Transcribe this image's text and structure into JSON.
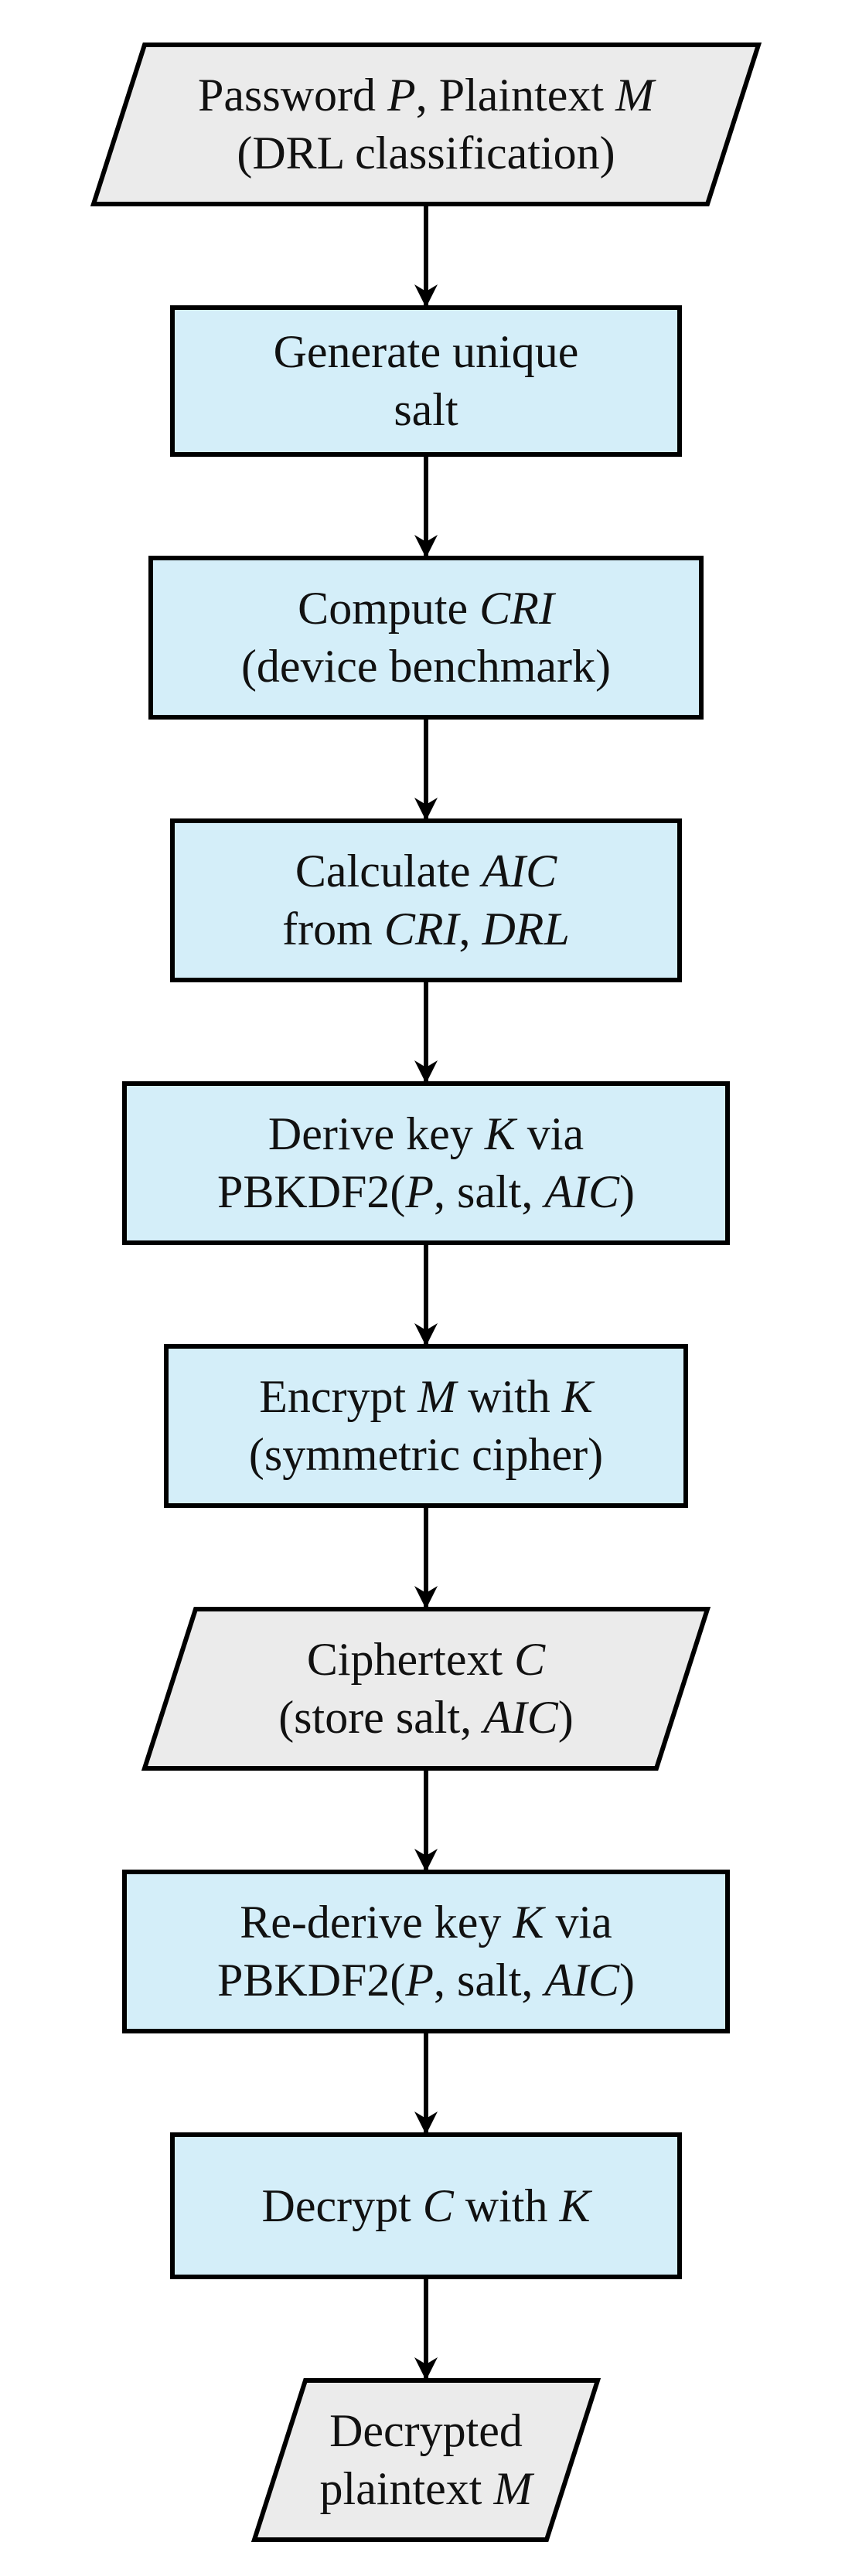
{
  "colors": {
    "process_fill": "#d4eef9",
    "io_fill": "#ebebeb",
    "stroke": "#000000",
    "text": "#111111"
  },
  "nodes": [
    {
      "id": "input",
      "shape": "parallelogram",
      "lines": [
        [
          {
            "t": "Password "
          },
          {
            "t": "P",
            "i": true
          },
          {
            "t": ", Plaintext "
          },
          {
            "t": "M",
            "i": true
          }
        ],
        [
          {
            "t": "(DRL classification)"
          }
        ]
      ]
    },
    {
      "id": "generate-salt",
      "shape": "process",
      "lines": [
        [
          {
            "t": "Generate unique"
          }
        ],
        [
          {
            "t": "salt"
          }
        ]
      ]
    },
    {
      "id": "compute-cri",
      "shape": "process",
      "lines": [
        [
          {
            "t": "Compute "
          },
          {
            "t": "CRI",
            "i": true
          }
        ],
        [
          {
            "t": "(device benchmark)"
          }
        ]
      ]
    },
    {
      "id": "calculate-aic",
      "shape": "process",
      "lines": [
        [
          {
            "t": "Calculate "
          },
          {
            "t": "AIC",
            "i": true
          }
        ],
        [
          {
            "t": "from "
          },
          {
            "t": "CRI",
            "i": true
          },
          {
            "t": ", "
          },
          {
            "t": "DRL",
            "i": true
          }
        ]
      ]
    },
    {
      "id": "derive-key",
      "shape": "process",
      "lines": [
        [
          {
            "t": "Derive key "
          },
          {
            "t": "K",
            "i": true
          },
          {
            "t": " via"
          }
        ],
        [
          {
            "t": "PBKDF2("
          },
          {
            "t": "P",
            "i": true
          },
          {
            "t": ", salt, "
          },
          {
            "t": "AIC",
            "i": true
          },
          {
            "t": ")"
          }
        ]
      ]
    },
    {
      "id": "encrypt",
      "shape": "process",
      "lines": [
        [
          {
            "t": "Encrypt "
          },
          {
            "t": "M",
            "i": true
          },
          {
            "t": " with "
          },
          {
            "t": "K",
            "i": true
          }
        ],
        [
          {
            "t": "(symmetric cipher)"
          }
        ]
      ]
    },
    {
      "id": "ciphertext",
      "shape": "parallelogram",
      "lines": [
        [
          {
            "t": "Ciphertext "
          },
          {
            "t": "C",
            "i": true
          }
        ],
        [
          {
            "t": "(store salt, "
          },
          {
            "t": "AIC",
            "i": true
          },
          {
            "t": ")"
          }
        ]
      ]
    },
    {
      "id": "rederive-key",
      "shape": "process",
      "lines": [
        [
          {
            "t": "Re-derive key "
          },
          {
            "t": "K",
            "i": true
          },
          {
            "t": " via"
          }
        ],
        [
          {
            "t": "PBKDF2("
          },
          {
            "t": "P",
            "i": true
          },
          {
            "t": ", salt, "
          },
          {
            "t": "AIC",
            "i": true
          },
          {
            "t": ")"
          }
        ]
      ]
    },
    {
      "id": "decrypt",
      "shape": "process",
      "lines": [
        [
          {
            "t": "Decrypt "
          },
          {
            "t": "C",
            "i": true
          },
          {
            "t": " with "
          },
          {
            "t": "K",
            "i": true
          }
        ]
      ]
    },
    {
      "id": "output",
      "shape": "parallelogram",
      "lines": [
        [
          {
            "t": "Decrypted"
          }
        ],
        [
          {
            "t": "plaintext "
          },
          {
            "t": "M",
            "i": true
          }
        ]
      ]
    }
  ]
}
